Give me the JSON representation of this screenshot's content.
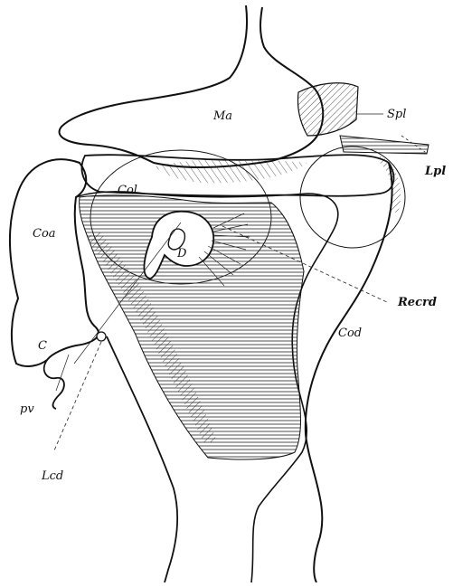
{
  "labels": {
    "ma": "Ma",
    "spl": "Spl",
    "lpl": "Lpl",
    "col": "Col",
    "coa": "Coa",
    "d": "D",
    "recrd": "Recrd",
    "cod": "Cod",
    "c": "C",
    "pv": "pv",
    "lcd": "Lcd"
  }
}
